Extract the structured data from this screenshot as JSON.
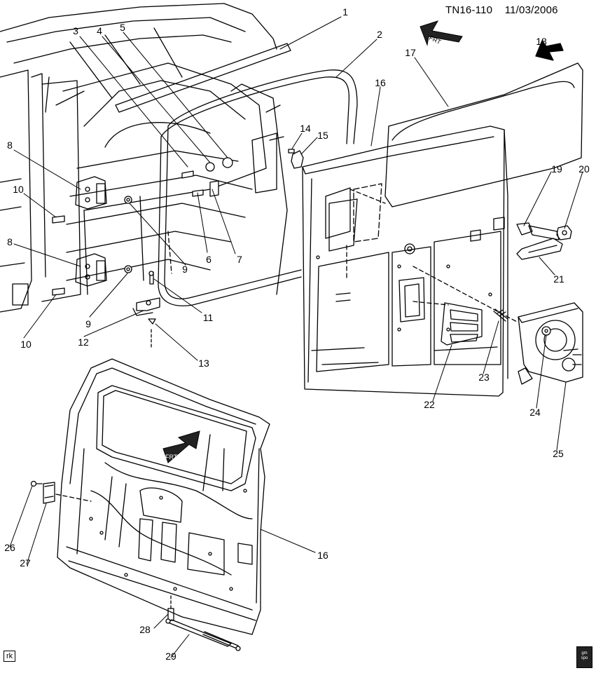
{
  "header": {
    "doc_id": "TN16-110",
    "date": "11/03/2006"
  },
  "callouts": [
    {
      "n": "1"
    },
    {
      "n": "2"
    },
    {
      "n": "3"
    },
    {
      "n": "4"
    },
    {
      "n": "5"
    },
    {
      "n": "6"
    },
    {
      "n": "7"
    },
    {
      "n": "8"
    },
    {
      "n": "8"
    },
    {
      "n": "9"
    },
    {
      "n": "9"
    },
    {
      "n": "10"
    },
    {
      "n": "10"
    },
    {
      "n": "11"
    },
    {
      "n": "12"
    },
    {
      "n": "13"
    },
    {
      "n": "14"
    },
    {
      "n": "15"
    },
    {
      "n": "16"
    },
    {
      "n": "16"
    },
    {
      "n": "17"
    },
    {
      "n": "18"
    },
    {
      "n": "19"
    },
    {
      "n": "20"
    },
    {
      "n": "21"
    },
    {
      "n": "22"
    },
    {
      "n": "23"
    },
    {
      "n": "24"
    },
    {
      "n": "25"
    },
    {
      "n": "26"
    },
    {
      "n": "27"
    },
    {
      "n": "28"
    },
    {
      "n": "29"
    }
  ],
  "front_arrow_label": "FRT",
  "corner_label": "rk",
  "logo_text": "gm spo"
}
